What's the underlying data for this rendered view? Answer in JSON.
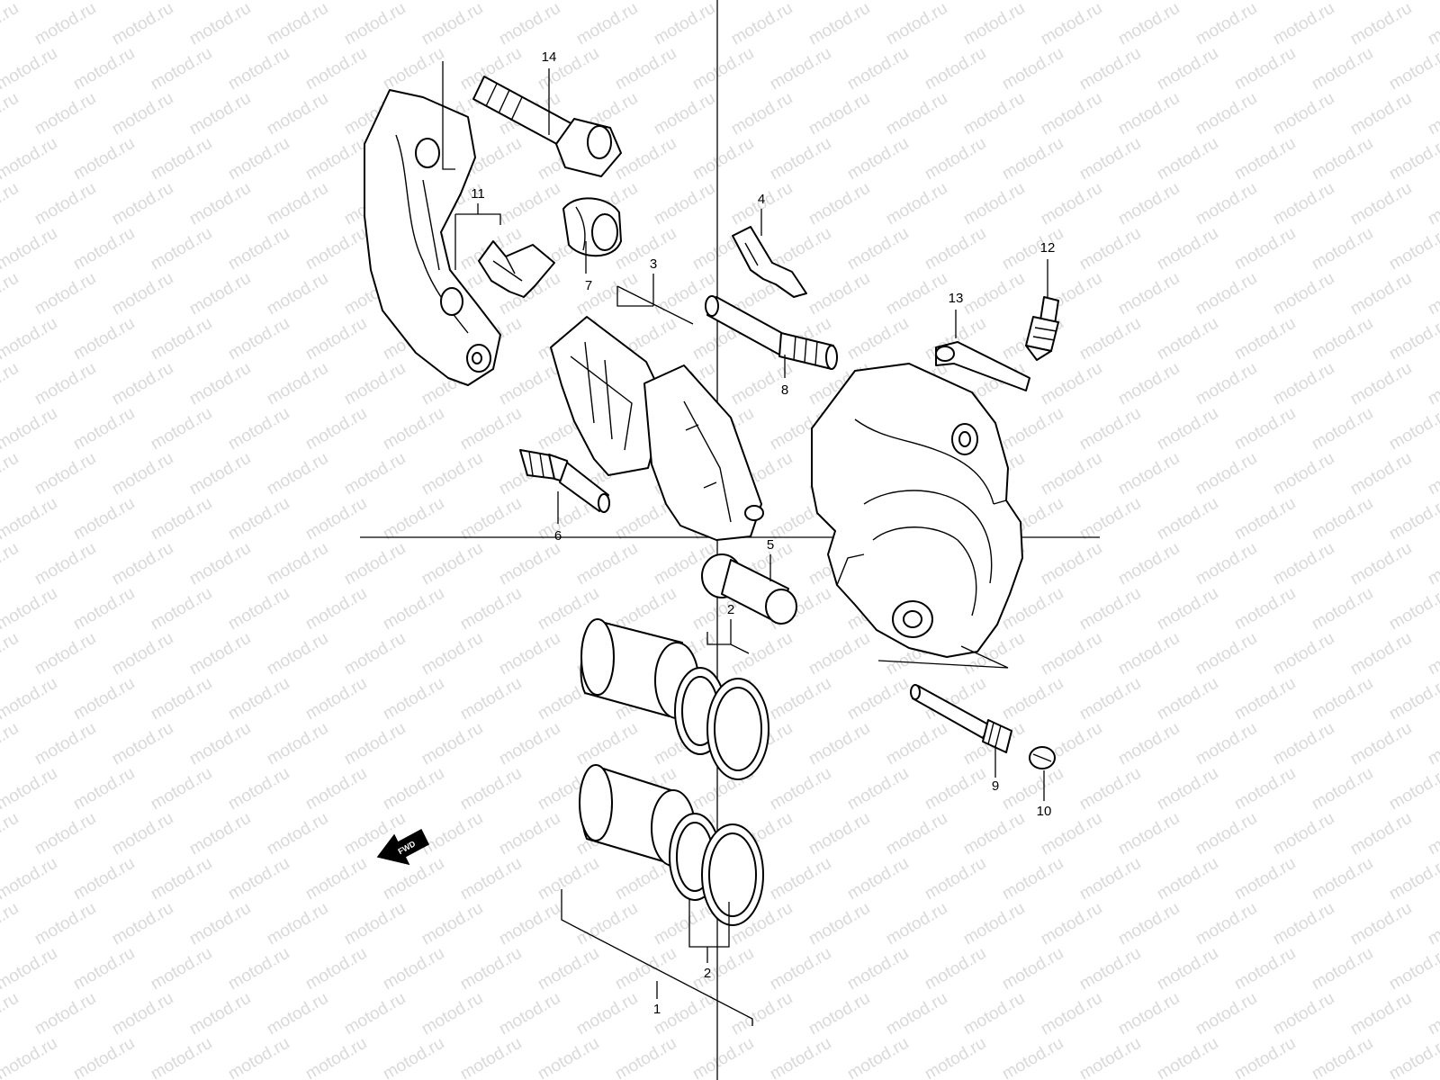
{
  "watermark": "motod.ru",
  "direction_badge": "FWD",
  "callouts": {
    "c1": "1",
    "c2a": "2",
    "c2b": "2",
    "c3": "3",
    "c4": "4",
    "c5": "5",
    "c6": "6",
    "c7": "7",
    "c8": "8",
    "c9": "9",
    "c10": "10",
    "c11": "11",
    "c12": "12",
    "c13": "13",
    "c14": "14"
  },
  "colors": {
    "line": "#000000",
    "watermark": "#d9d9d9",
    "background": "#ffffff"
  }
}
